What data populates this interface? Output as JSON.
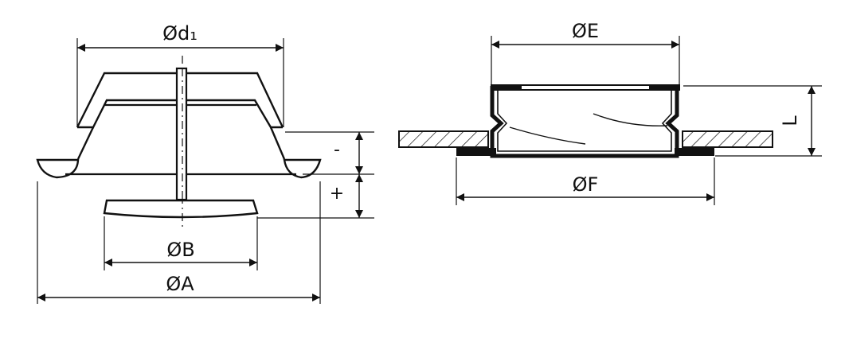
{
  "diagram": {
    "left_view": {
      "dim_d1": "Ød₁",
      "dim_B": "ØB",
      "dim_A": "ØA",
      "adjust_minus": "-",
      "adjust_plus": "+"
    },
    "right_view": {
      "dim_E": "ØE",
      "dim_F": "ØF",
      "dim_L": "L"
    },
    "colors": {
      "line": "#111111",
      "background": "#ffffff"
    }
  }
}
